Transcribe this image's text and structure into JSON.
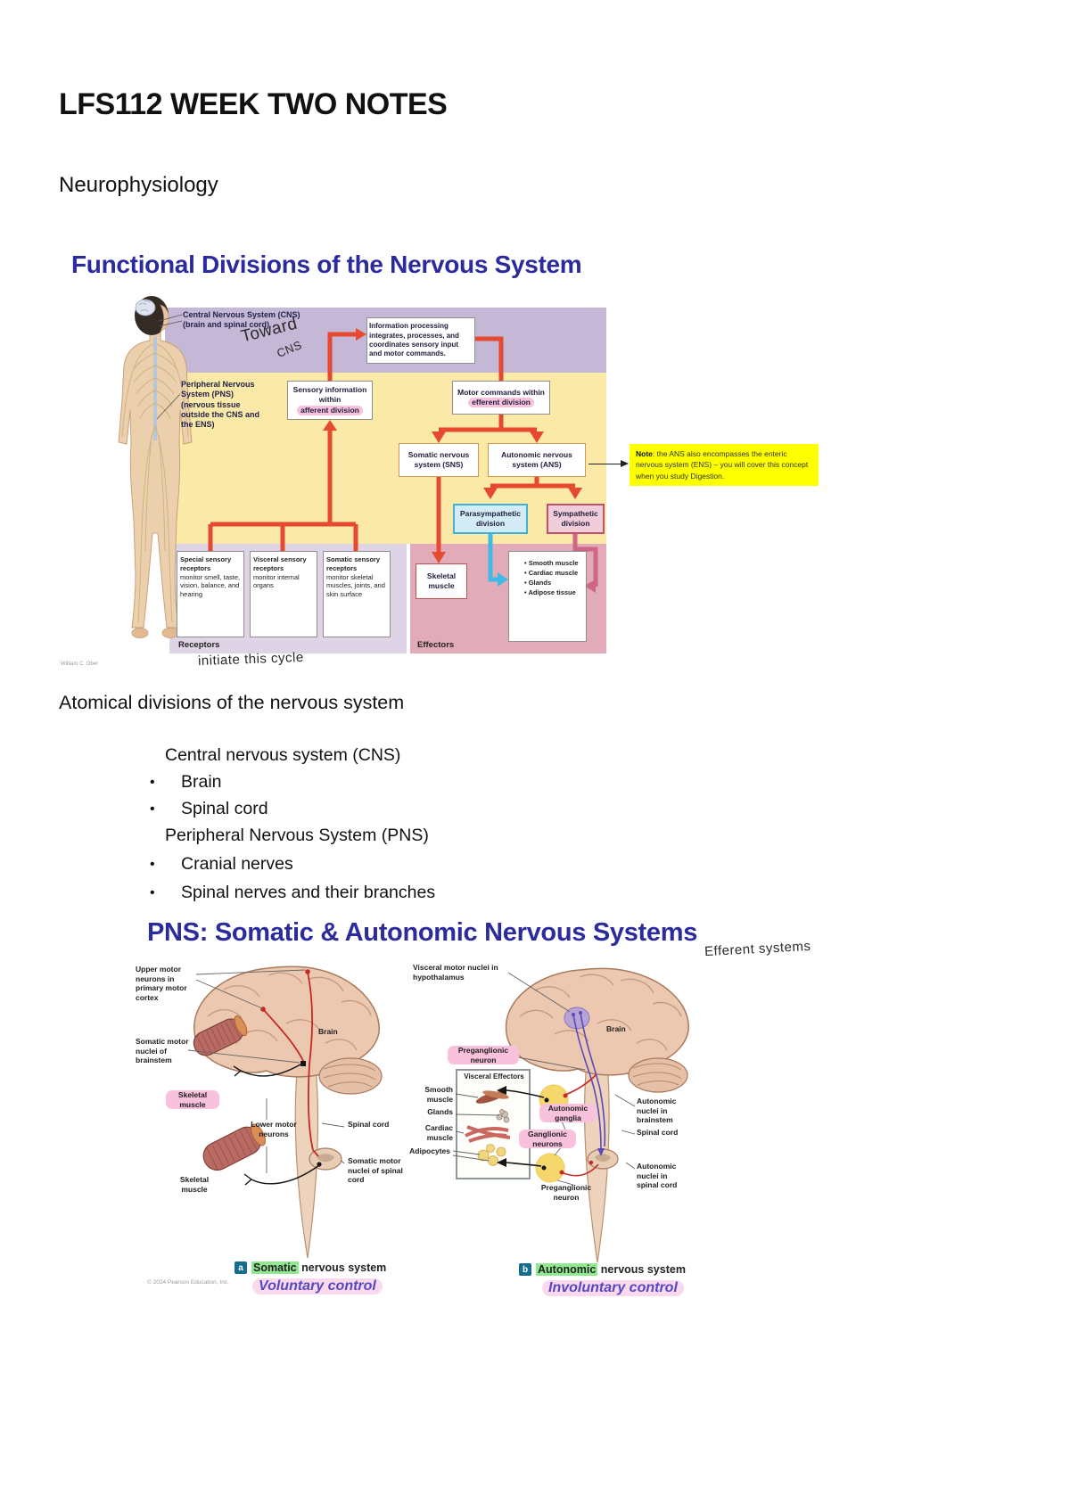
{
  "colors": {
    "figure_title_blue": "#2b2b9e",
    "band_purple": "#c5b7d6",
    "band_yellow": "#fbe9a8",
    "band_lavender": "#ded4e6",
    "band_pink": "#e2abba",
    "arrow_red": "#e6492f",
    "arrow_cyan": "#3fb9e6",
    "arrow_magenta": "#cf6587",
    "note_yellow": "#fdff00",
    "highlight_pink": "#f8c2dc",
    "highlight_green": "#90e890",
    "control_text_blue": "#5348c4"
  },
  "page": {
    "title": "LFS112 WEEK TWO NOTES",
    "subtitle": "Neurophysiology"
  },
  "figure1": {
    "title": "Functional Divisions of the Nervous System",
    "hand_toward": "Toward",
    "hand_cns": "CNS",
    "hand_cycle": "initiate this cycle",
    "credit": "William C. Ober",
    "cns_label": "Central Nervous System (CNS)",
    "cns_sub": "(brain and spinal cord)",
    "pns_label": "Peripheral Nervous System (PNS)",
    "pns_sub": "(nervous tissue outside the CNS and the ENS)",
    "info_box": "Information processing integrates, processes, and coordinates sensory input and motor commands.",
    "sensory_line1": "Sensory information within",
    "sensory_hl": "afferent division",
    "motor_line1": "Motor commands within",
    "motor_hl": "efferent division",
    "sns_box": "Somatic nervous system (SNS)",
    "ans_box": "Autonomic nervous system (ANS)",
    "parasympathetic": "Parasympathetic division",
    "sympathetic": "Sympathetic division",
    "receptors": [
      {
        "name": "Special sensory receptors",
        "desc": "monitor smell, taste, vision, balance, and hearing"
      },
      {
        "name": "Visceral sensory receptors",
        "desc": "monitor internal organs"
      },
      {
        "name": "Somatic sensory receptors",
        "desc": "monitor skeletal muscles, joints, and skin surface"
      }
    ],
    "receptors_label": "Receptors",
    "skeletal_muscle": "Skeletal muscle",
    "effectors": [
      "Smooth muscle",
      "Cardiac muscle",
      "Glands",
      "Adipose tissue"
    ],
    "effectors_label": "Effectors",
    "note_bold": "Note",
    "note_text": ": the ANS also encompasses the enteric nervous system (ENS) – you will cover this concept when you study Digestion."
  },
  "notes": {
    "heading": "Atomical divisions of the nervous system",
    "cns_header": "Central nervous system (CNS)",
    "cns_items": [
      "Brain",
      "Spinal cord"
    ],
    "pns_header": "Peripheral Nervous System (PNS)",
    "pns_items": [
      "Cranial nerves",
      "Spinal nerves and their branches"
    ]
  },
  "figure2": {
    "title": "PNS: Somatic & Autonomic Nervous Systems",
    "handwriting": "Efferent systems",
    "copyright": "© 2024 Pearson Education, Inc.",
    "left": {
      "upper_motor": "Upper motor neurons in primary motor cortex",
      "somatic_brainstem": "Somatic motor nuclei of brainstem",
      "skeletal_1": "Skeletal muscle",
      "brain": "Brain",
      "lower_motor": "Lower motor neurons",
      "spinal_cord": "Spinal cord",
      "somatic_spinal": "Somatic motor nuclei of spinal cord",
      "skeletal_2": "Skeletal muscle",
      "badge": "a",
      "cap_hl": "Somatic",
      "cap_rest": " nervous system",
      "control": "Voluntary control"
    },
    "right": {
      "visceral_nuclei": "Visceral motor nuclei in hypothalamus",
      "brain": "Brain",
      "pregang_1": "Preganglionic neuron",
      "veffectors": "Visceral Effectors",
      "smooth": "Smooth muscle",
      "glands": "Glands",
      "cardiac": "Cardiac muscle",
      "adipocytes": "Adipocytes",
      "ganglia": "Autonomic ganglia",
      "ganglionic": "Gan­glionic neurons",
      "pregang_2": "Preganglionic neuron",
      "auto_brainstem": "Autonomic nuclei in brainstem",
      "spinal_cord": "Spinal cord",
      "auto_spinal": "Autonomic nuclei in spinal cord",
      "badge": "b",
      "cap_hl": "Autonomic",
      "cap_rest": " nervous system",
      "control": "Involuntary control"
    }
  }
}
